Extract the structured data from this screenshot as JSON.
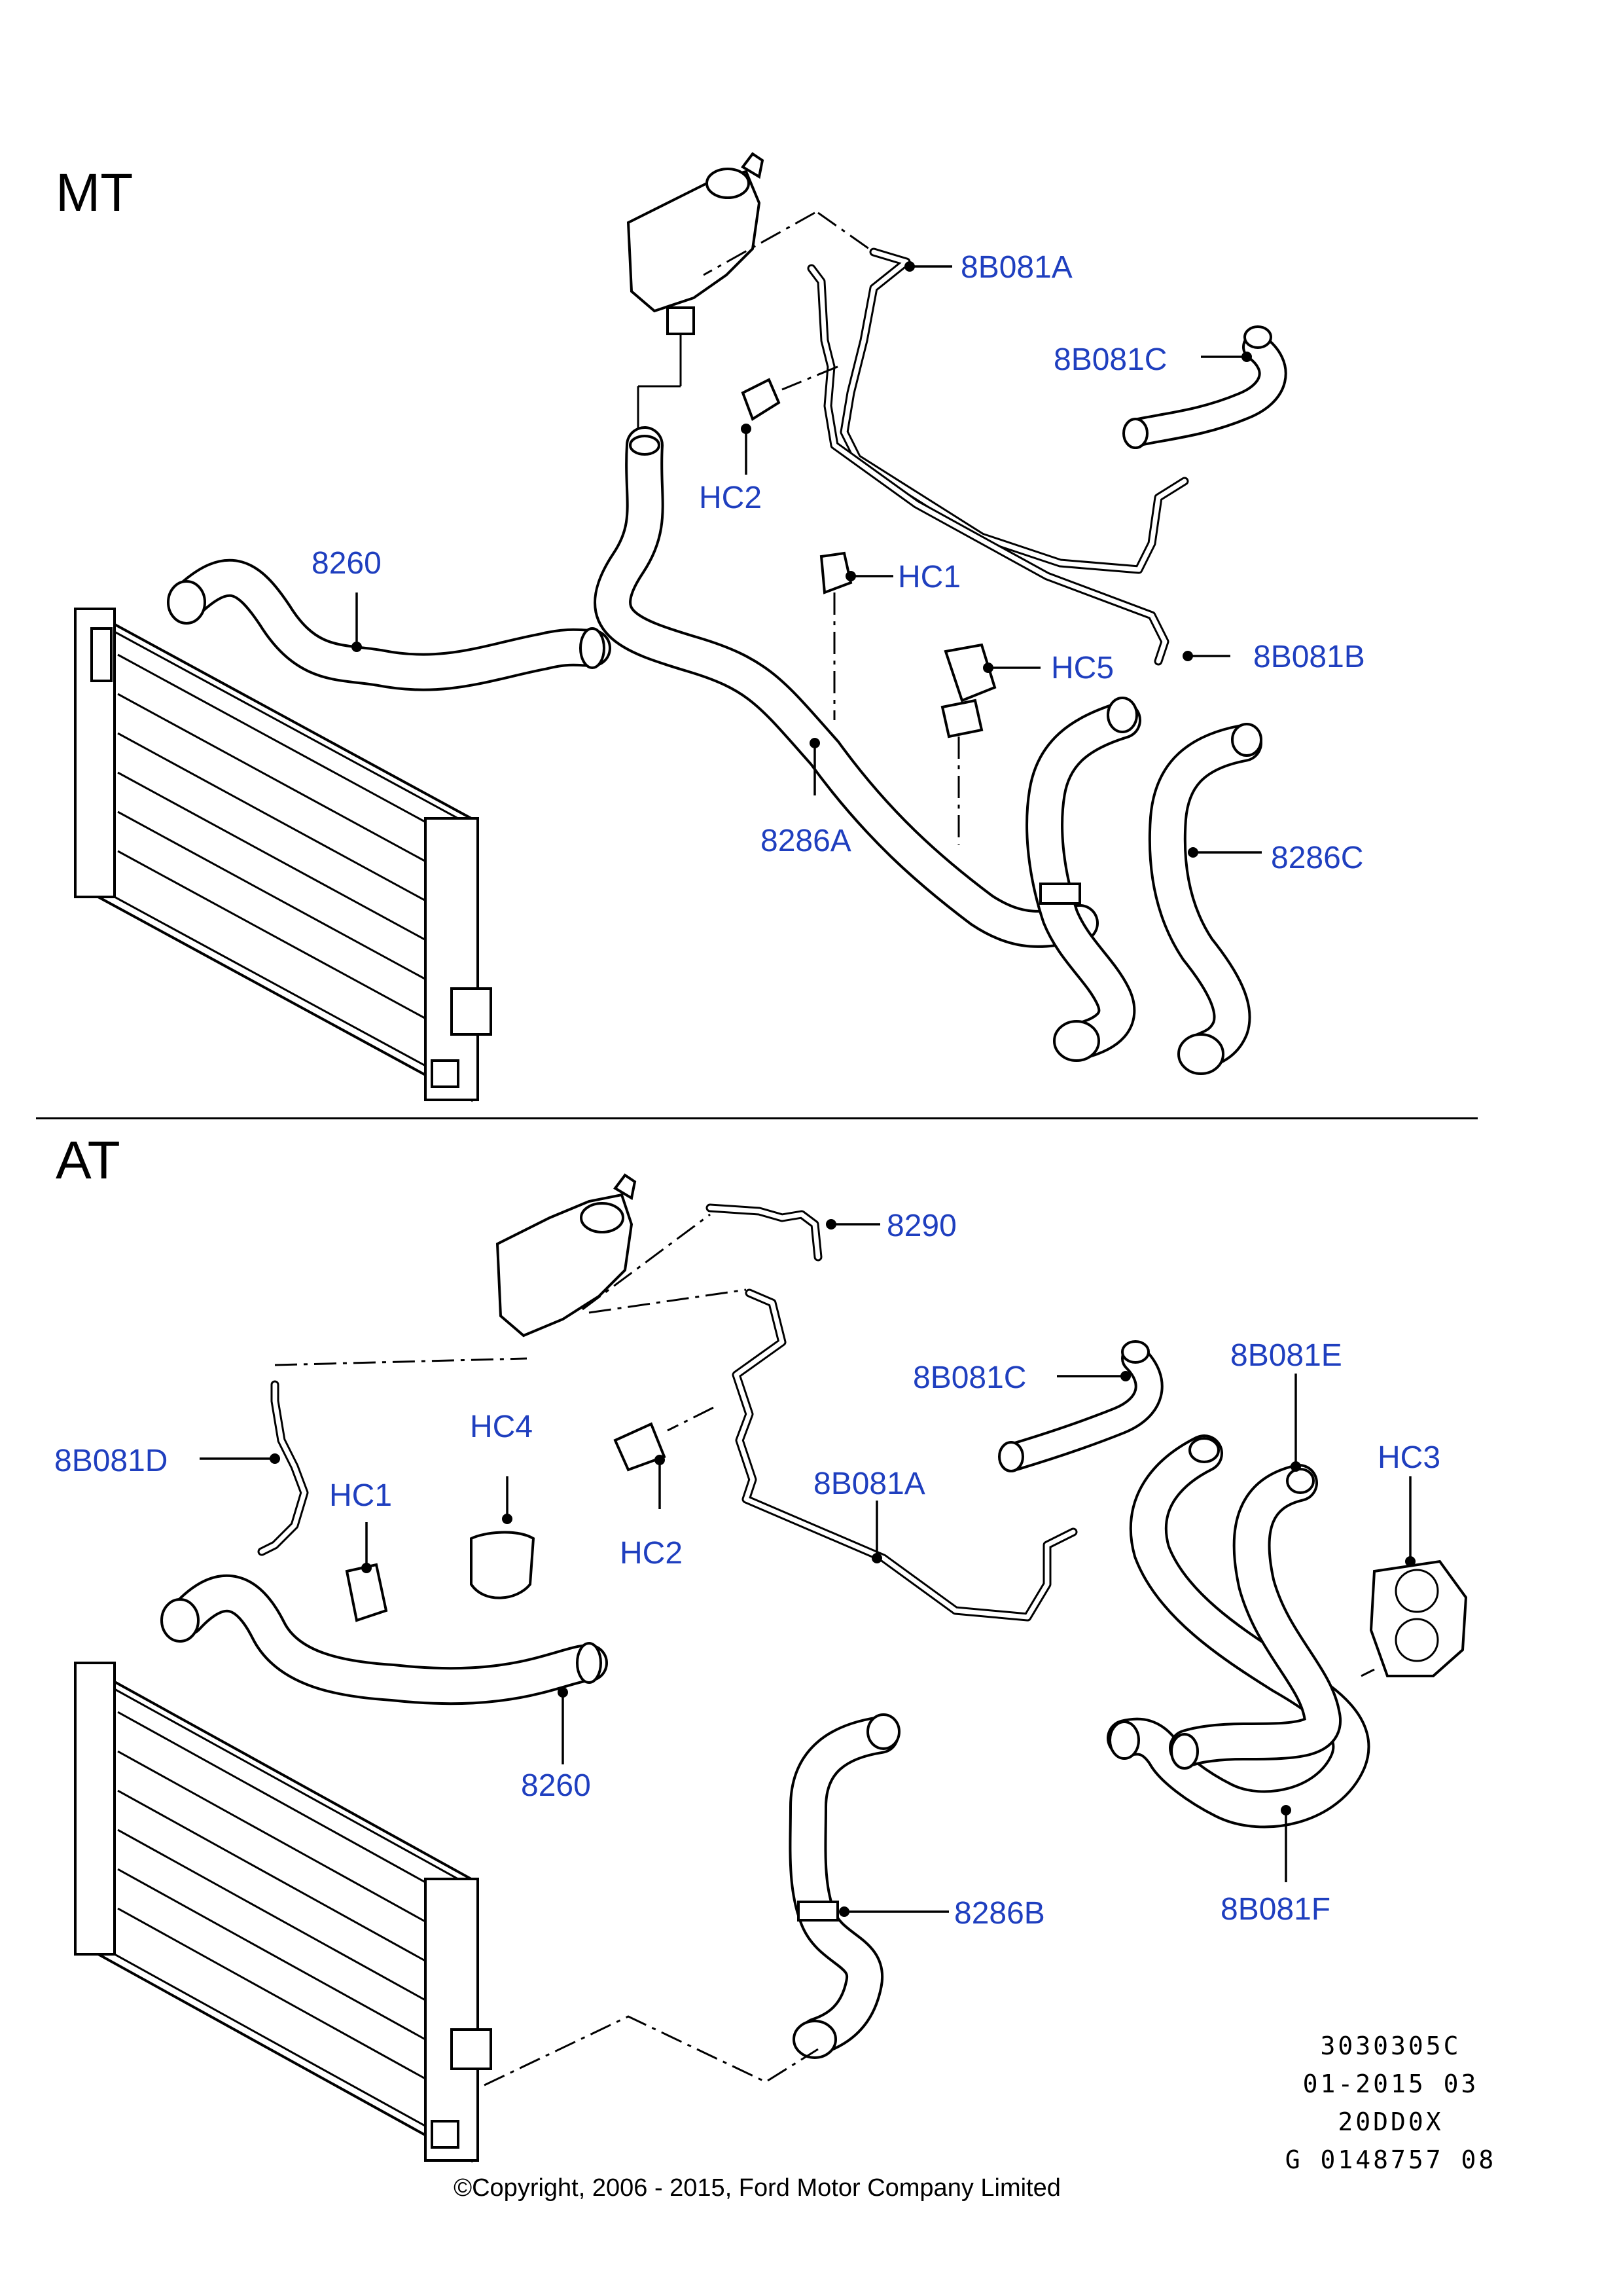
{
  "sections": {
    "mt": "MT",
    "at": "AT"
  },
  "callouts_mt": {
    "8B081A": "8B081A",
    "8B081C": "8B081C",
    "HC2": "HC2",
    "8260": "8260",
    "HC1": "HC1",
    "8B081B": "8B081B",
    "HC5": "HC5",
    "8286A": "8286A",
    "8286C": "8286C"
  },
  "callouts_at": {
    "8290": "8290",
    "8B081C": "8B081C",
    "8B081E": "8B081E",
    "HC4": "HC4",
    "8B081D": "8B081D",
    "HC1": "HC1",
    "HC2": "HC2",
    "8B081A": "8B081A",
    "HC3": "HC3",
    "8260": "8260",
    "8286B": "8286B",
    "8B081F": "8B081F"
  },
  "reference_codes": [
    "3030305C",
    "01-2015 03",
    "20DD0X",
    "G 0148757 08"
  ],
  "copyright": "©Copyright, 2006 - 2015, Ford Motor Company Limited",
  "colors": {
    "callout_text": "#1f3fbf",
    "line_art": "#000000",
    "background": "#ffffff"
  }
}
